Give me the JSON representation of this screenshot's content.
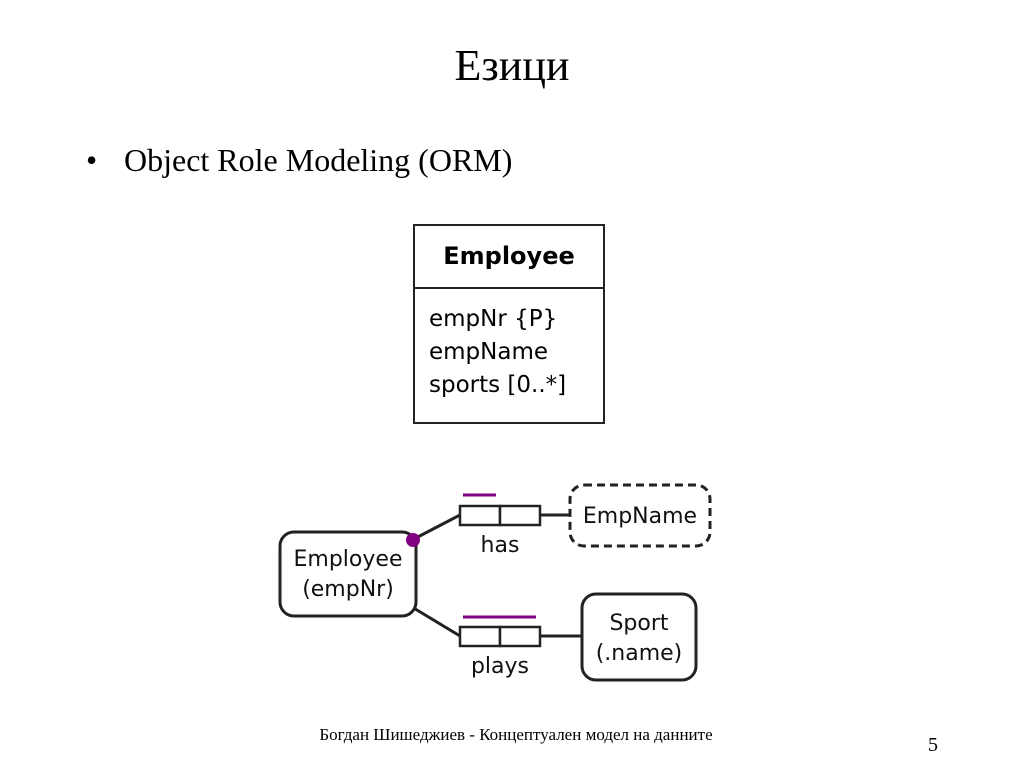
{
  "title": "Езици",
  "bullets": [
    {
      "text": "Object Role Modeling (ORM)"
    }
  ],
  "uml_class": {
    "name": "Employee",
    "attributes": [
      "empNr {P}",
      "empName",
      "sports [0..*]"
    ]
  },
  "orm": {
    "entity_employee": {
      "line1": "Employee",
      "line2": "(empNr)"
    },
    "value_empname": {
      "label": "EmpName"
    },
    "entity_sport": {
      "line1": "Sport",
      "line2": "(.name)"
    },
    "fact_has": {
      "label": "has"
    },
    "fact_plays": {
      "label": "plays"
    },
    "colors": {
      "constraint": "#800080",
      "line": "#222222"
    }
  },
  "footer": "Богдан Шишеджиев - Концептуален модел на данните",
  "page_number": "5"
}
